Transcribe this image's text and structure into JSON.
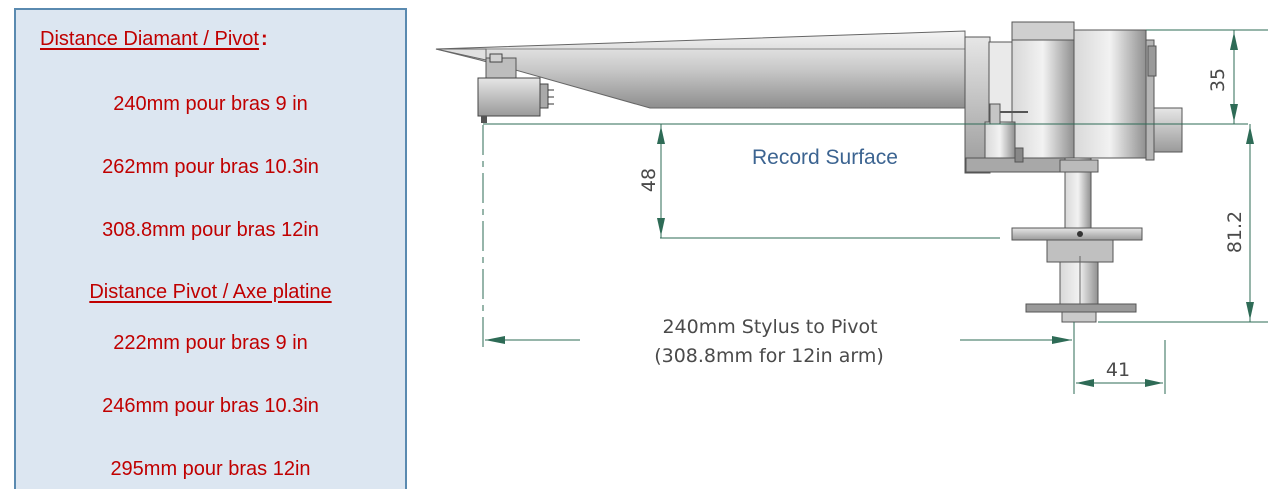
{
  "panel": {
    "heading_1": "Distance Diamant / Pivot",
    "heading_1_suffix": ":",
    "lines_1": [
      "240mm pour bras 9 in",
      "262mm pour bras 10.3in",
      "308.8mm pour bras 12in"
    ],
    "heading_2": "Distance Pivot / Axe platine",
    "lines_2": [
      "222mm pour bras 9 in",
      "246mm pour bras 10.3in",
      "295mm pour bras 12in"
    ]
  },
  "diagram": {
    "record_surface_label": "Record Surface",
    "dim_35": "35",
    "dim_48": "48",
    "dim_81_2": "81.2",
    "dim_41": "41",
    "stylus_to_pivot_line1": "240mm Stylus to Pivot",
    "stylus_to_pivot_line2": "(308.8mm for 12in arm)"
  },
  "colors": {
    "panel_bg": "#dce6f1",
    "panel_border": "#5a8ab0",
    "panel_text": "#c00000",
    "label_blue": "#3c6491",
    "dim_line": "#2e6b56"
  }
}
